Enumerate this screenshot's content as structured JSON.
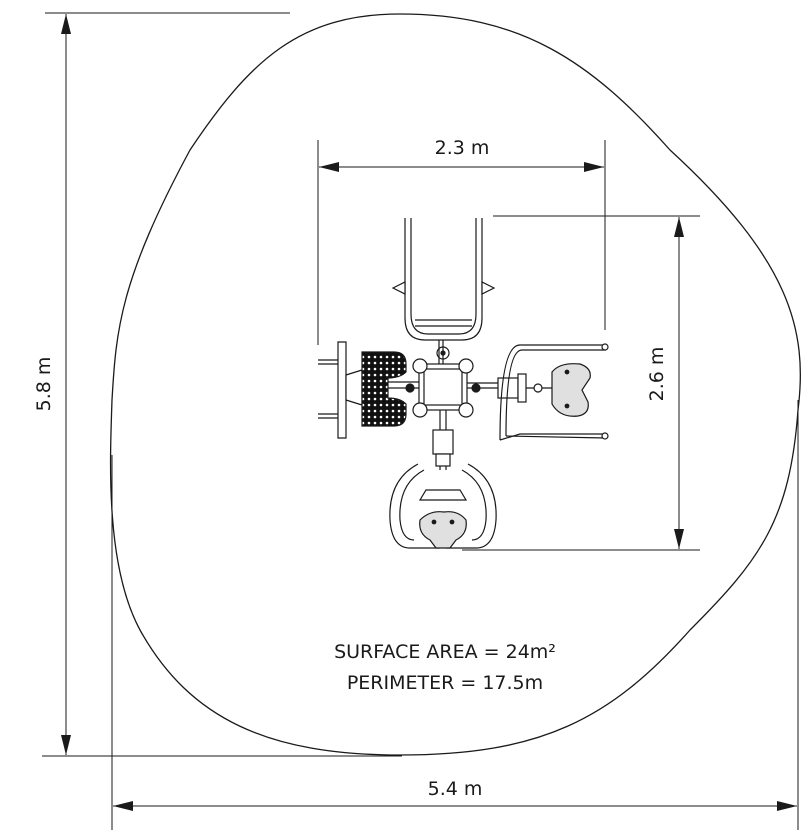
{
  "dimensions": {
    "overall_height": "5.8 m",
    "overall_width": "5.4 m",
    "equipment_width": "2.3 m",
    "equipment_depth": "2.6 m"
  },
  "info": {
    "surface_area": "SURFACE AREA = 24m²",
    "perimeter": "PERIMETER = 17.5m"
  },
  "colors": {
    "line": "#1a1a1a",
    "background": "#ffffff",
    "seat_fill": "#e0e0e0",
    "grip_fill": "#111111"
  }
}
